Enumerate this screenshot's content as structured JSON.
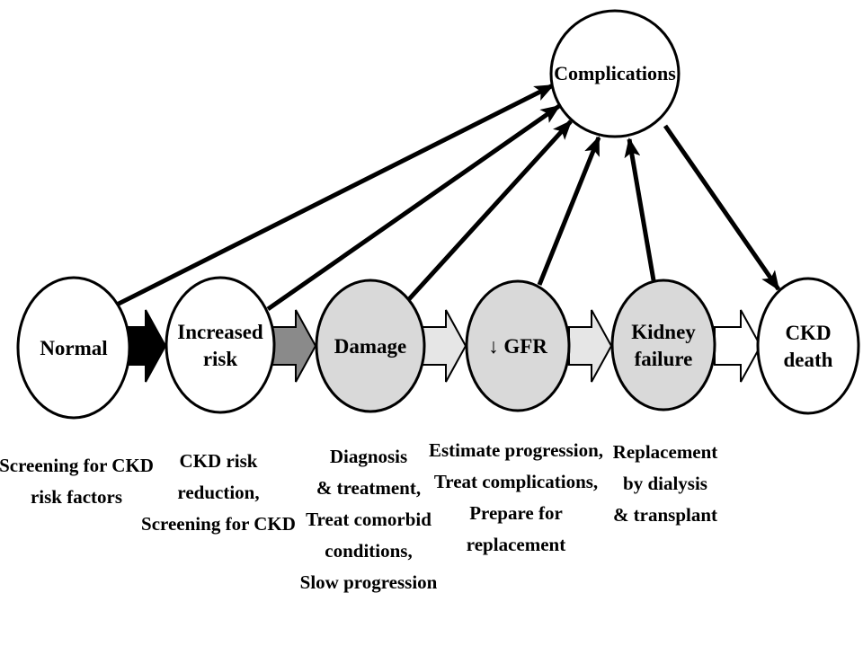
{
  "colors": {
    "white_fill": "#ffffff",
    "gray_fill": "#d9d9d9",
    "outline": "#000000",
    "arrow_black": "#000000",
    "arrow_dark_gray": "#8a8a8a",
    "arrow_light_gray": "#e6e6e6",
    "arrow_white": "#ffffff"
  },
  "complications": {
    "label": "Complications"
  },
  "stages": [
    {
      "id": "normal",
      "label_lines": [
        "Normal"
      ],
      "fill": "white",
      "caption_lines": [
        "Screening for CKD",
        "risk factors"
      ]
    },
    {
      "id": "increased-risk",
      "label_lines": [
        "Increased",
        "risk"
      ],
      "fill": "white",
      "caption_lines": [
        "CKD risk",
        "reduction,",
        "Screening for CKD"
      ]
    },
    {
      "id": "damage",
      "label_lines": [
        "Damage"
      ],
      "fill": "gray",
      "caption_lines": [
        "Diagnosis",
        "& treatment,",
        "Treat comorbid",
        "conditions,",
        "Slow progression"
      ]
    },
    {
      "id": "gfr",
      "label_lines": [
        "↓ GFR"
      ],
      "fill": "gray",
      "caption_lines": [
        "Estimate progression,",
        "Treat complications,",
        "Prepare for",
        "replacement"
      ]
    },
    {
      "id": "kidney-failure",
      "label_lines": [
        "Kidney",
        "failure"
      ],
      "fill": "gray",
      "caption_lines": [
        "Replacement",
        "by dialysis",
        "& transplant"
      ]
    },
    {
      "id": "ckd-death",
      "label_lines": [
        "CKD",
        "death"
      ],
      "fill": "white",
      "caption_lines": []
    }
  ],
  "flow_arrows": [
    {
      "from": "normal",
      "to": "increased-risk",
      "style": "black"
    },
    {
      "from": "increased-risk",
      "to": "damage",
      "style": "dark_gray"
    },
    {
      "from": "damage",
      "to": "gfr",
      "style": "light_gray"
    },
    {
      "from": "gfr",
      "to": "kidney-failure",
      "style": "light_gray"
    },
    {
      "from": "kidney-failure",
      "to": "ckd-death",
      "style": "white"
    }
  ],
  "complication_links": [
    {
      "from": "normal",
      "direction": "to-complications"
    },
    {
      "from": "increased-risk",
      "direction": "to-complications"
    },
    {
      "from": "damage",
      "direction": "to-complications"
    },
    {
      "from": "gfr",
      "direction": "to-complications"
    },
    {
      "from": "kidney-failure",
      "direction": "to-complications"
    },
    {
      "to": "ckd-death",
      "direction": "from-complications"
    }
  ]
}
